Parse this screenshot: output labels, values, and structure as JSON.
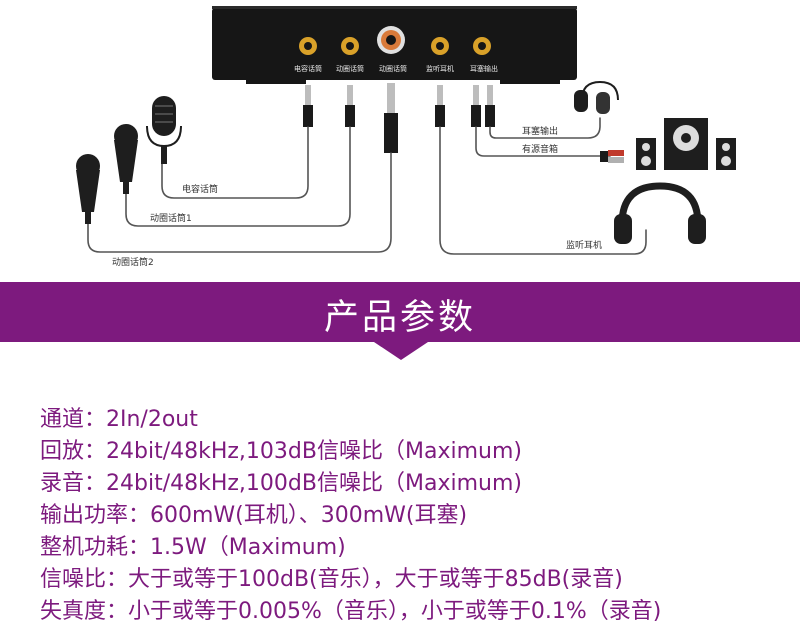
{
  "diagram": {
    "jack_labels": [
      "电容话筒",
      "动圈话筒",
      "动圈话筒",
      "监听耳机",
      "耳塞输出"
    ],
    "cable_labels": {
      "condenser_mic": "电容话筒",
      "dynamic_mic_1": "动圈话筒1",
      "dynamic_mic_2": "动圈话筒2",
      "earphone_out": "耳塞输出",
      "active_speaker": "有源音箱",
      "monitor_headphone": "监听耳机"
    }
  },
  "banner": {
    "title": "产品参数",
    "color": "#7d1a7e"
  },
  "specs": [
    "通道：2In/2out",
    "回放：24bit/48kHz,103dB信噪比（Maximum)",
    "录音：24bit/48kHz,100dB信噪比（Maximum)",
    "输出功率：600mW(耳机）、300mW(耳塞)",
    "整机功耗：1.5W（Maximum)",
    "信噪比：大于或等于100dB(音乐），大于或等于85dB(录音)",
    "失真度：小于或等于0.005%（音乐），小于或等于0.1%（录音)"
  ]
}
